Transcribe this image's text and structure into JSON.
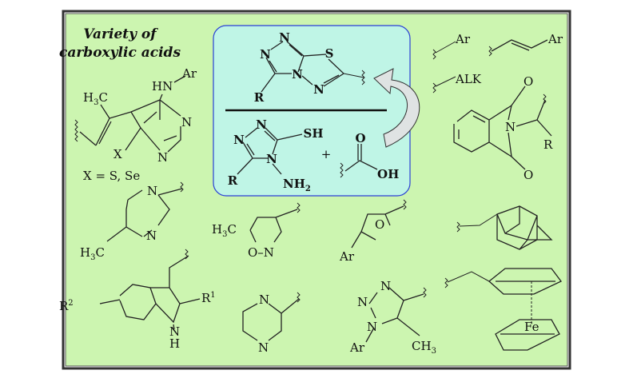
{
  "title": {
    "line1": "Variety of",
    "line2": "carboxylic acids"
  },
  "colors": {
    "panel": "#ccf5b0",
    "reaction_box": "#bff5e6",
    "reaction_border": "#2a3fd6",
    "arrow": "#dfe3e3"
  },
  "reaction": {
    "product": {
      "n1": "N",
      "n2": "N",
      "s": "S",
      "n3": "N",
      "n4": "N",
      "r": "R"
    },
    "reactant": {
      "n1": "N",
      "n2": "N",
      "sh": "SH",
      "n3": "N",
      "r": "R",
      "nh2": "NH",
      "nh2_sub": "2"
    },
    "plus": "+",
    "acid": {
      "o": "O",
      "oh": "OH"
    }
  },
  "structures": {
    "thienopyrimidine": {
      "h3c": "H",
      "h3c_sub": "3",
      "h3c_c": "C",
      "hn": "HN",
      "ar": "Ar",
      "n1": "N",
      "x": "X",
      "n2": "N",
      "note": "X = S, Se"
    },
    "pyrimidine": {
      "n1": "N",
      "n2": "N",
      "h3c": "H",
      "sub": "3",
      "c": "C"
    },
    "isoxazole": {
      "h3c": "H",
      "sub": "3",
      "c": "C",
      "on": "O–N"
    },
    "furan": {
      "o": "O",
      "ar": "Ar"
    },
    "indole": {
      "r2": "R",
      "r2_sup": "2",
      "r1": "R",
      "r1_sup": "1",
      "n": "N",
      "h": "H"
    },
    "pyrazine": {
      "n1": "N",
      "n2": "N"
    },
    "triazole": {
      "n1": "N",
      "n2": "N",
      "n3": "N",
      "ar": "Ar",
      "ch3": "CH",
      "sub": "3"
    },
    "arylmethyl": {
      "ar": "Ar"
    },
    "styryl": {
      "ar": "Ar"
    },
    "alkyl": {
      "alk": "ALK"
    },
    "phthalimide": {
      "o1": "O",
      "n": "N",
      "r": "R",
      "o2": "O"
    },
    "ferrocene": {
      "fe": "Fe"
    }
  }
}
